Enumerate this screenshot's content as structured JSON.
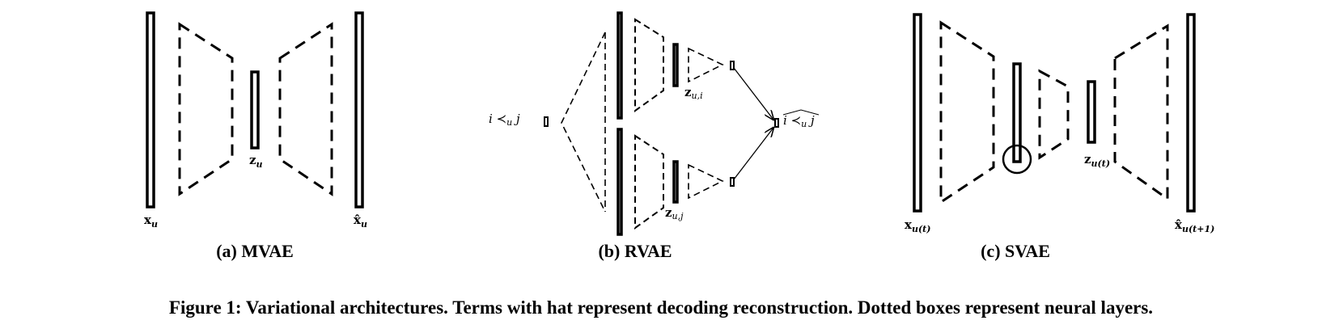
{
  "panels": {
    "a": {
      "caption": "(a) MVAE",
      "input": {
        "main": "x",
        "sub": "u"
      },
      "latent": {
        "main": "z",
        "sub": "u"
      },
      "output": {
        "main": "x̂",
        "sub": "u"
      }
    },
    "b": {
      "caption": "(b) RVAE",
      "input": {
        "left": "i",
        "rel": "≺",
        "sub": "u",
        "right": "j"
      },
      "latent_i": {
        "main": "z",
        "sub": "u,i"
      },
      "latent_j": {
        "main": "z",
        "sub": "u,j"
      },
      "output": {
        "left": "i",
        "rel": "≺",
        "sub": "u",
        "right": "j"
      }
    },
    "c": {
      "caption": "(c) SVAE",
      "input": {
        "main": "x",
        "sub": "u(t)"
      },
      "latent": {
        "main": "z",
        "sub": "u(t)"
      },
      "output": {
        "main": "x̂",
        "sub": "u(t+1)"
      }
    }
  },
  "figure_caption": "Figure 1: Variational architectures. Terms with hat represent decoding reconstruction. Dotted boxes represent neural layers."
}
